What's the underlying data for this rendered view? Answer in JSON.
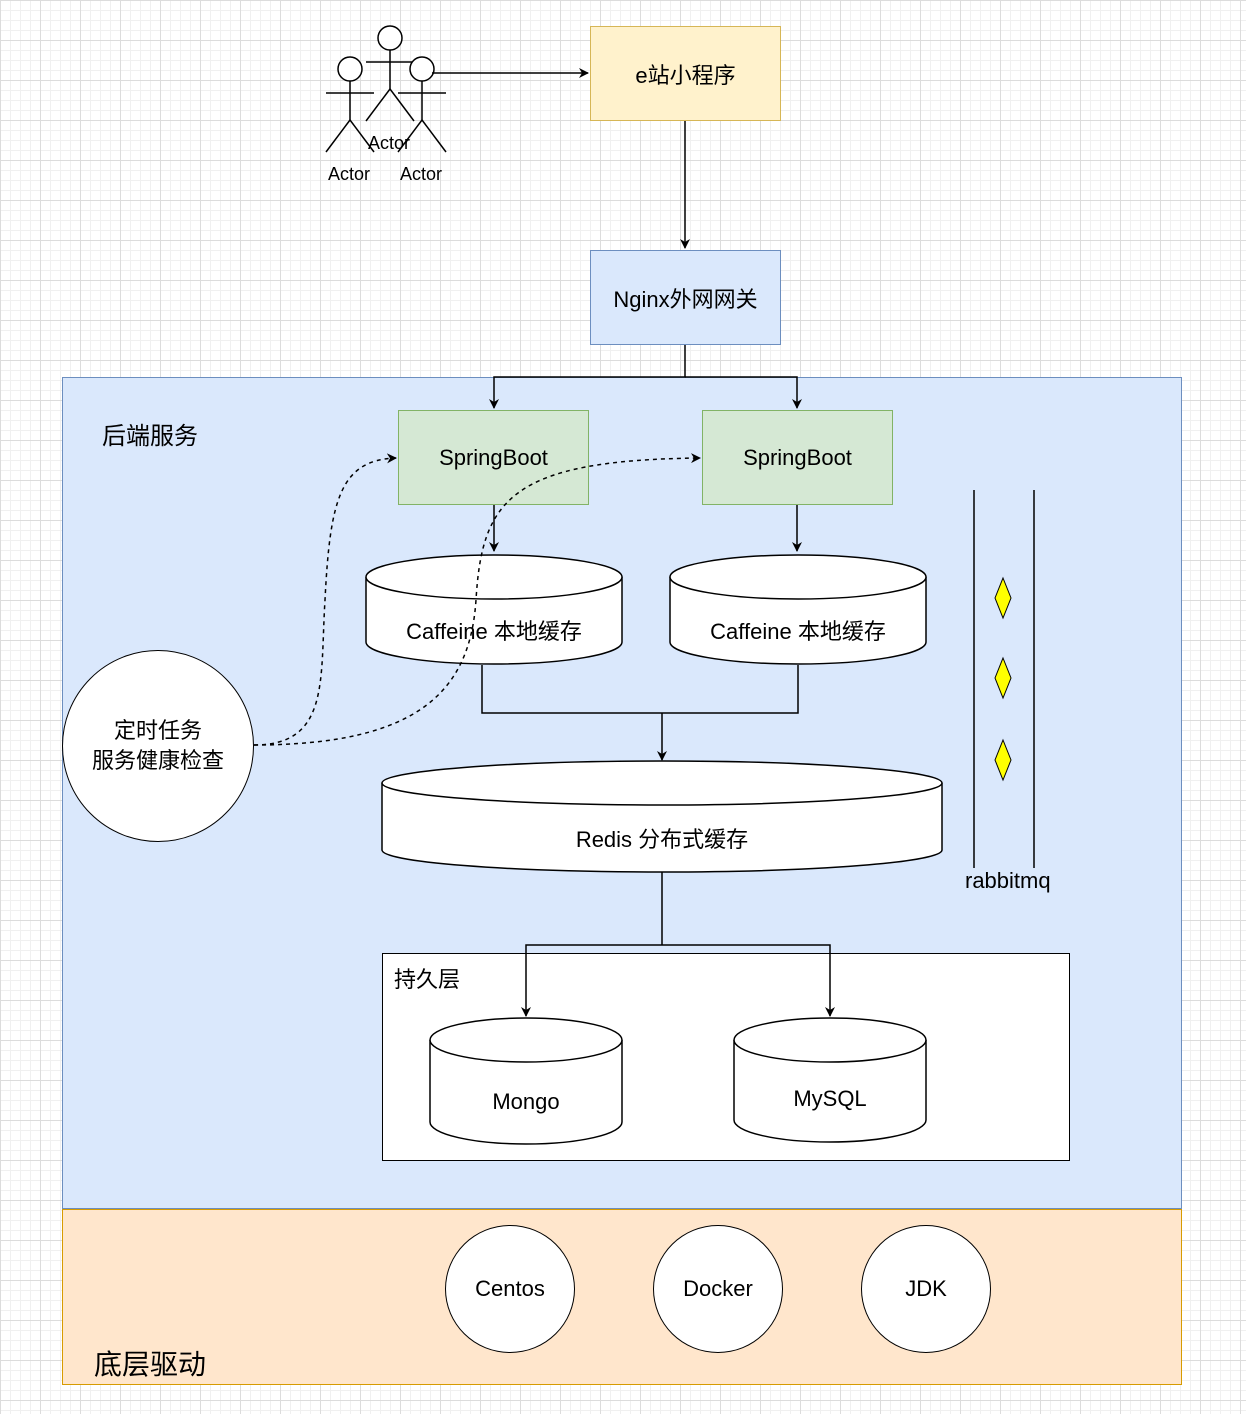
{
  "actors": [
    "Actor",
    "Actor",
    "Actor"
  ],
  "mini_program": "e站小程序",
  "gateway": "Nginx外网网关",
  "backend": {
    "title": "后端服务",
    "services": [
      "SpringBoot",
      "SpringBoot"
    ],
    "local_caches": [
      "Caffeine 本地缓存",
      "Caffeine 本地缓存"
    ],
    "distributed_cache": "Redis 分布式缓存",
    "scheduler": [
      "定时任务",
      "服务健康检查"
    ],
    "queue_label": "rabbitmq",
    "persistence": {
      "title": "持久层",
      "databases": [
        "Mongo",
        "MySQL"
      ]
    }
  },
  "driver": {
    "title": "底层驱动",
    "items": [
      "Centos",
      "Docker",
      "JDK"
    ]
  },
  "colors": {
    "mini_fill": "#fff2cc",
    "mini_border": "#d6b656",
    "blue_fill": "#dae8fc",
    "blue_border": "#6c8ebf",
    "green_fill": "#d5e8d4",
    "green_border": "#82b366",
    "orange_fill": "#ffe6cc",
    "orange_border": "#d79b00",
    "diamond_fill": "#ffff00"
  }
}
